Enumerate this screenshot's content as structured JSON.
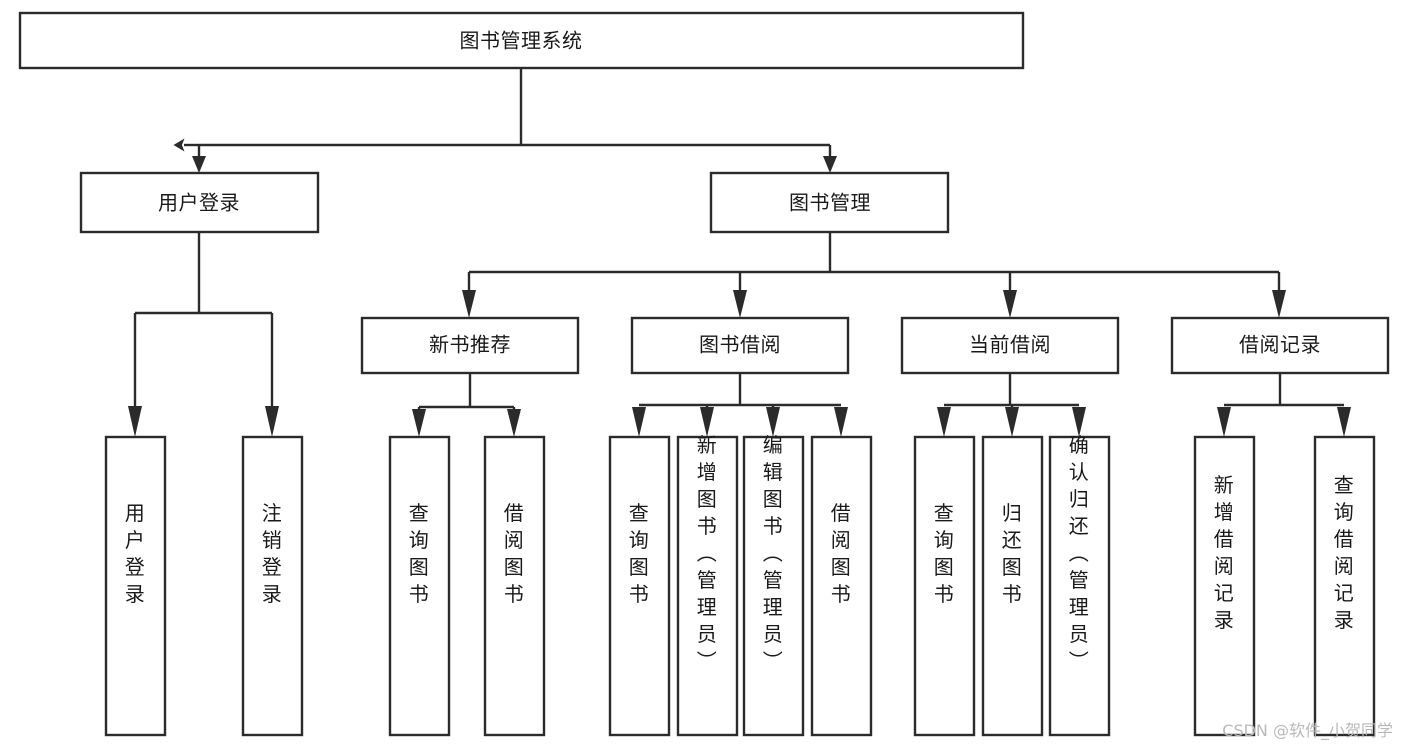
{
  "diagram": {
    "type": "tree-hierarchy-chart",
    "title": "图书管理系统",
    "orientation": "top-down",
    "colors": {
      "box_stroke": "#2b2b2b",
      "box_fill": "#ffffff",
      "text": "#1a1a1a",
      "edge": "#2b2b2b",
      "background": "#ffffff",
      "watermark": "#b9b9b9"
    },
    "levels": {
      "root": {
        "label": "图书管理系统"
      },
      "level2": [
        {
          "label": "用户登录"
        },
        {
          "label": "图书管理"
        }
      ],
      "level3": [
        {
          "label": "新书推荐"
        },
        {
          "label": "图书借阅"
        },
        {
          "label": "当前借阅"
        },
        {
          "label": "借阅记录"
        }
      ],
      "leaves": {
        "user_login": [
          {
            "label": "用户登录"
          },
          {
            "label": "注销登录"
          }
        ],
        "new_book_recommend": [
          {
            "label": "查询图书"
          },
          {
            "label": "借阅图书"
          }
        ],
        "book_borrow": [
          {
            "label": "查询图书"
          },
          {
            "label": "新增图书（管理员）"
          },
          {
            "label": "编辑图书（管理员）"
          },
          {
            "label": "借阅图书"
          }
        ],
        "current_borrow": [
          {
            "label": "查询图书"
          },
          {
            "label": "归还图书"
          },
          {
            "label": "确认归还（管理员）"
          }
        ],
        "borrow_records": [
          {
            "label": "新增借阅记录"
          },
          {
            "label": "查询借阅记录"
          }
        ]
      }
    }
  },
  "watermark": {
    "text": "CSDN @软件_小贺同学"
  }
}
